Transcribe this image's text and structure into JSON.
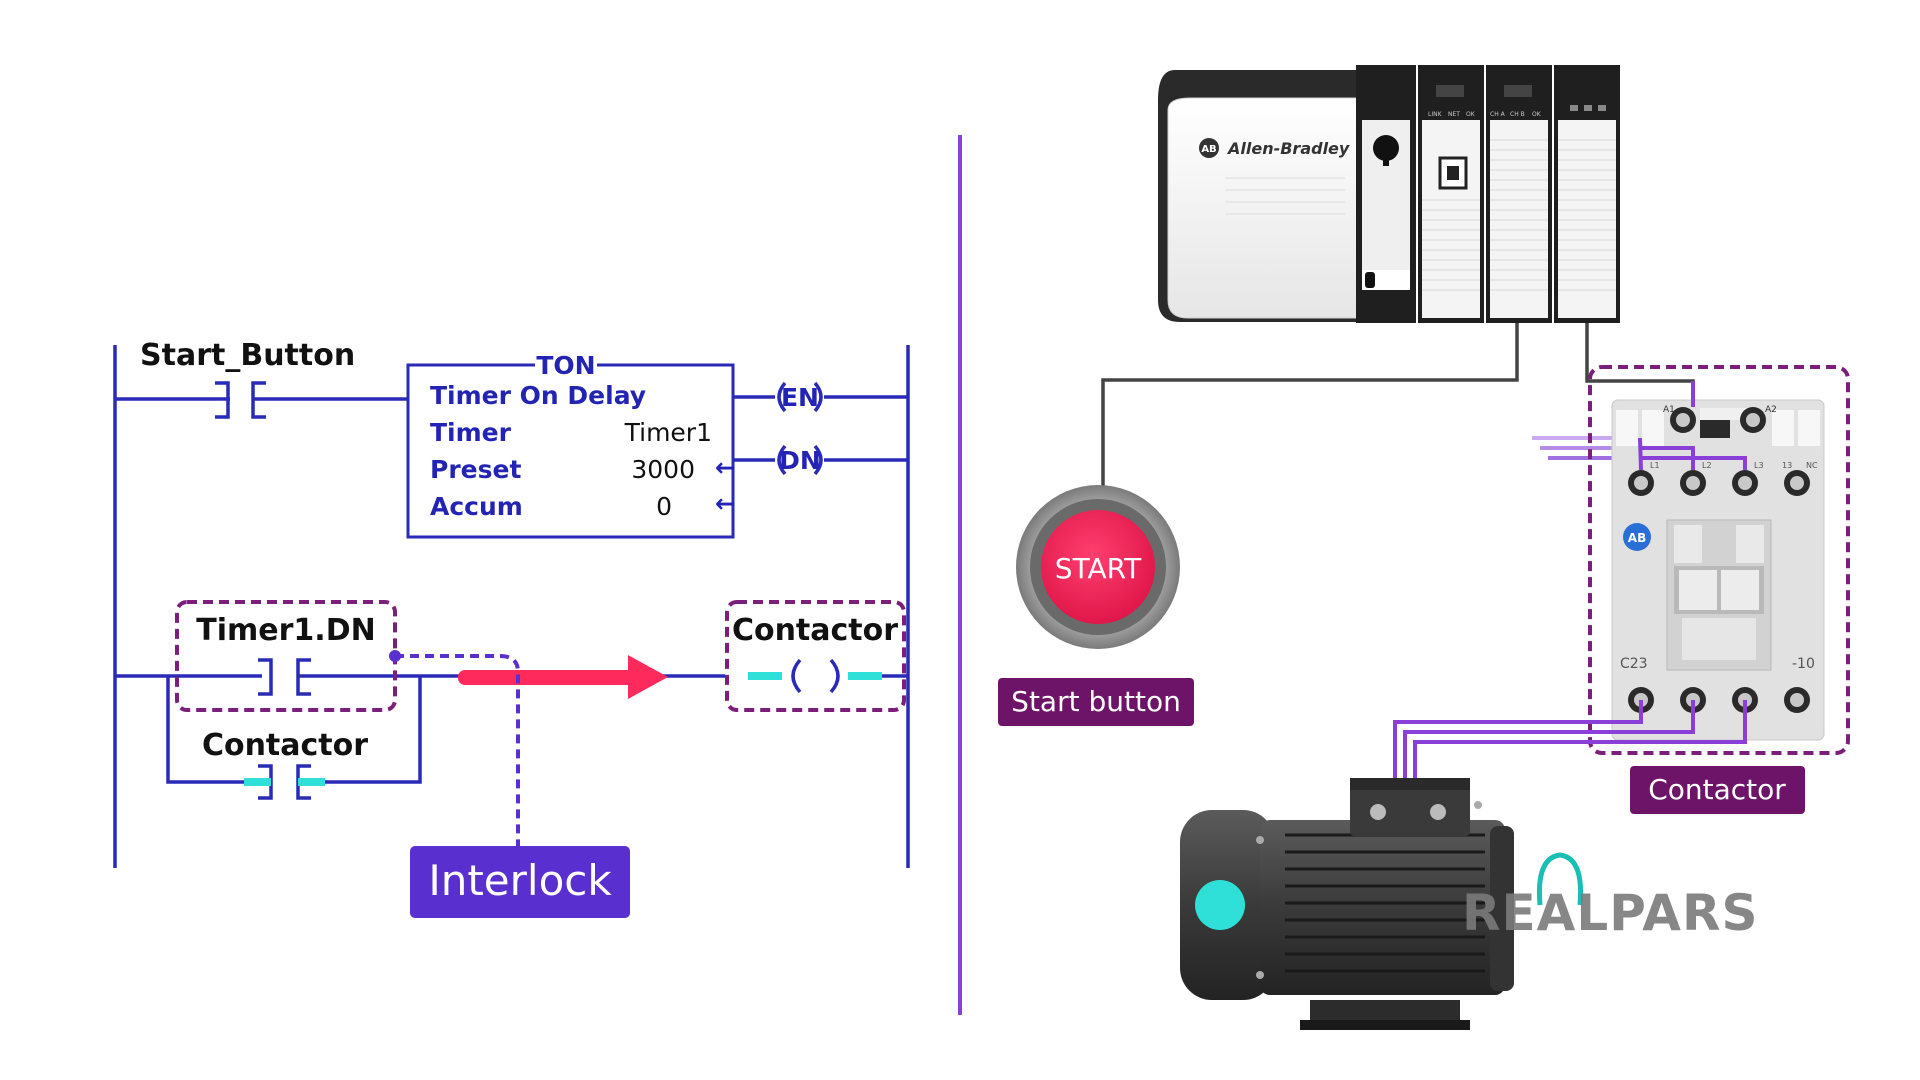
{
  "ladder": {
    "rung1": {
      "contact_label": "Start_Button",
      "block_title": "TON",
      "block_subtitle": "Timer On Delay",
      "rows": [
        {
          "label": "Timer",
          "value": "Timer1",
          "arrow": ""
        },
        {
          "label": "Preset",
          "value": "3000",
          "arrow": "←"
        },
        {
          "label": "Accum",
          "value": "0",
          "arrow": "←"
        }
      ],
      "coil_en": "EN",
      "coil_dn": "DN"
    },
    "rung2": {
      "contact_label": "Timer1.DN",
      "branch_contact_label": "Contactor",
      "coil_label": "Contactor"
    },
    "interlock_label": "Interlock"
  },
  "hardware": {
    "plc_brand": "Allen-Bradley",
    "ab_logo": "AB",
    "module_labels": [
      "LINK",
      "NET",
      "OK",
      "CH A",
      "CH B",
      "OK"
    ],
    "start_button_text": "START",
    "start_button_label": "Start button",
    "contactor_label": "Contactor",
    "contactor_model": "C23",
    "contactor_suffix": "-10",
    "contactor_top_labels": [
      "A1",
      "A2"
    ],
    "contactor_terminal_labels": [
      "L1",
      "L2",
      "L3",
      "13",
      "NC"
    ],
    "watermark": "REALPARS"
  },
  "colors": {
    "ladder_blue": "#2a2ab8",
    "highlight_purple": "#7a1f7a",
    "arrow_pink": "#ff2a5c",
    "interlock_bg": "#5a2fd0",
    "badge_bg": "#6e1468",
    "cyan": "#2ee0d8",
    "divider": "#8a3fd8"
  }
}
